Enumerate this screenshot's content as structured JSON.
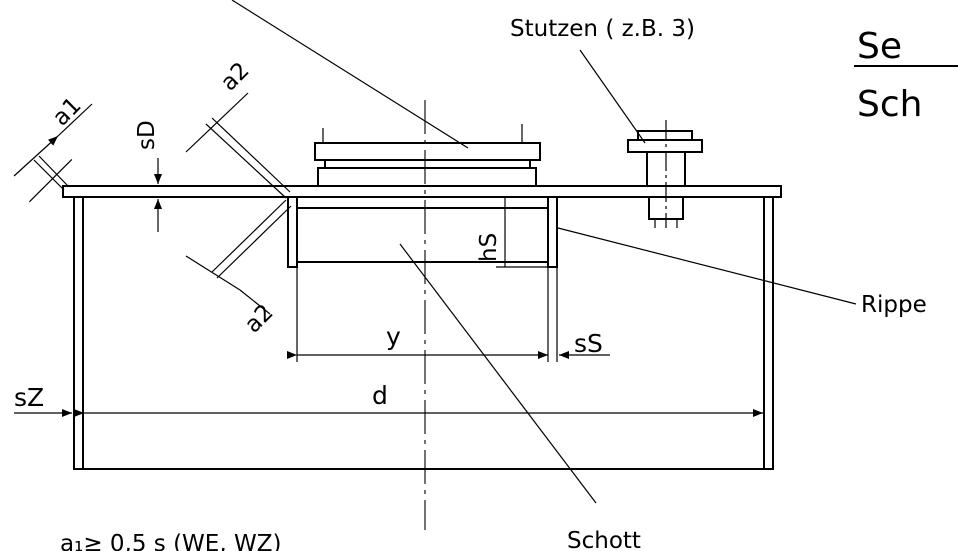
{
  "labels": {
    "stutzen": "Stutzen ( z.B. 3)",
    "title_top": "Se",
    "title_bottom": "Sch",
    "rippe": "Rippe",
    "schott": "Schott",
    "a1": "a1",
    "a2_top": "a2",
    "a2_bottom": "a2",
    "sD": "sD",
    "hS": "hS",
    "y": "y",
    "sS": "sS",
    "d": "d",
    "sZ": "sZ",
    "formula": "a₁≥ 0,5 s   (WE, WZ)"
  },
  "colors": {
    "line": "#000000",
    "background": "#ffffff"
  }
}
